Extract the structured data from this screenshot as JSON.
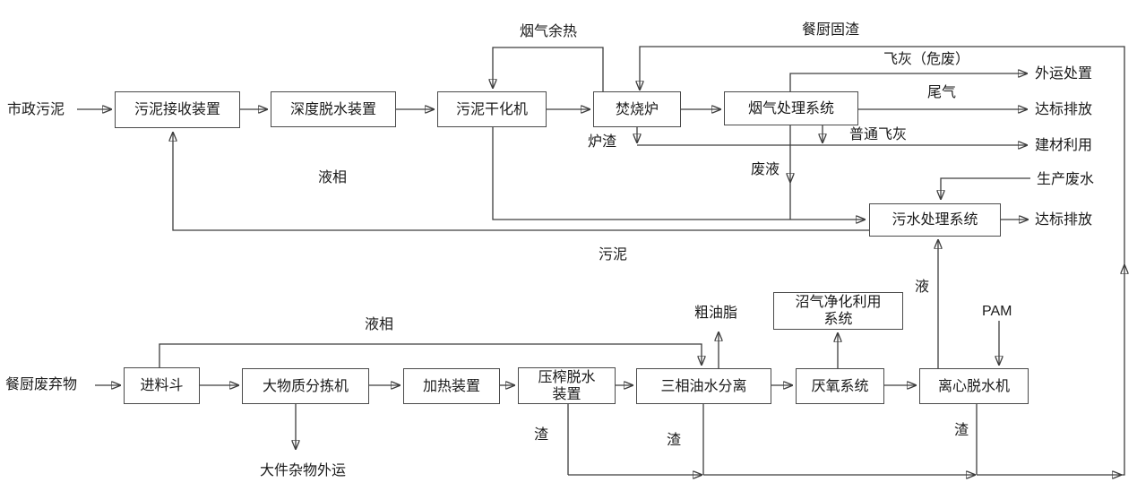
{
  "diagram": {
    "description": "污泥与餐厨废弃物协同处理工艺流程图",
    "colors": {
      "background": "#ffffff",
      "line": "#3d3d3d",
      "box_border": "#4a4a4a",
      "text": "#1a1a1a"
    },
    "boxes": [
      {
        "id": "sludge-receiving",
        "label": "污泥接收装置"
      },
      {
        "id": "deep-dewatering",
        "label": "深度脱水装置"
      },
      {
        "id": "sludge-dryer",
        "label": "污泥干化机"
      },
      {
        "id": "incinerator",
        "label": "焚烧炉"
      },
      {
        "id": "flue-gas-treatment",
        "label": "烟气处理系统"
      },
      {
        "id": "wastewater-treatment",
        "label": "污水处理系统"
      },
      {
        "id": "biogas-purification",
        "label": "沼气净化利用系统"
      },
      {
        "id": "feed-hopper",
        "label": "进料斗"
      },
      {
        "id": "large-object-sorter",
        "label": "大物质分拣机"
      },
      {
        "id": "heating-device",
        "label": "加热装置"
      },
      {
        "id": "press-dewatering",
        "label": "压榨脱水装置"
      },
      {
        "id": "three-phase-separation",
        "label": "三相油水分离"
      },
      {
        "id": "anaerobic-system",
        "label": "厌氧系统"
      },
      {
        "id": "centrifugal-dewatering",
        "label": "离心脱水机"
      }
    ],
    "flow_labels": [
      {
        "id": "municipal-sludge",
        "text": "市政污泥"
      },
      {
        "id": "kitchen-waste",
        "text": "餐厨废弃物"
      },
      {
        "id": "liquid-phase-top",
        "text": "液相"
      },
      {
        "id": "sludge-return",
        "text": "污泥"
      },
      {
        "id": "flue-gas-heat",
        "text": "烟气余热"
      },
      {
        "id": "kitchen-solid-residue",
        "text": "餐厨固渣"
      },
      {
        "id": "furnace-slag",
        "text": "炉渣"
      },
      {
        "id": "waste-liquid",
        "text": "废液"
      },
      {
        "id": "fly-ash-hazardous",
        "text": "飞灰（危废）"
      },
      {
        "id": "tail-gas",
        "text": "尾气"
      },
      {
        "id": "ordinary-fly-ash",
        "text": "普通飞灰"
      },
      {
        "id": "production-wastewater",
        "text": "生产废水"
      },
      {
        "id": "offsite-disposal",
        "text": "外运处置"
      },
      {
        "id": "discharge-standard-1",
        "text": "达标排放"
      },
      {
        "id": "building-material-use",
        "text": "建材利用"
      },
      {
        "id": "discharge-standard-2",
        "text": "达标排放"
      },
      {
        "id": "liquid",
        "text": "液"
      },
      {
        "id": "pam",
        "text": "PAM"
      },
      {
        "id": "crude-oil",
        "text": "粗油脂"
      },
      {
        "id": "liquid-phase-bottom",
        "text": "液相"
      },
      {
        "id": "residue-1",
        "text": "渣"
      },
      {
        "id": "residue-2",
        "text": "渣"
      },
      {
        "id": "residue-3",
        "text": "渣"
      },
      {
        "id": "bulky-waste-out",
        "text": "大件杂物外运"
      }
    ]
  }
}
